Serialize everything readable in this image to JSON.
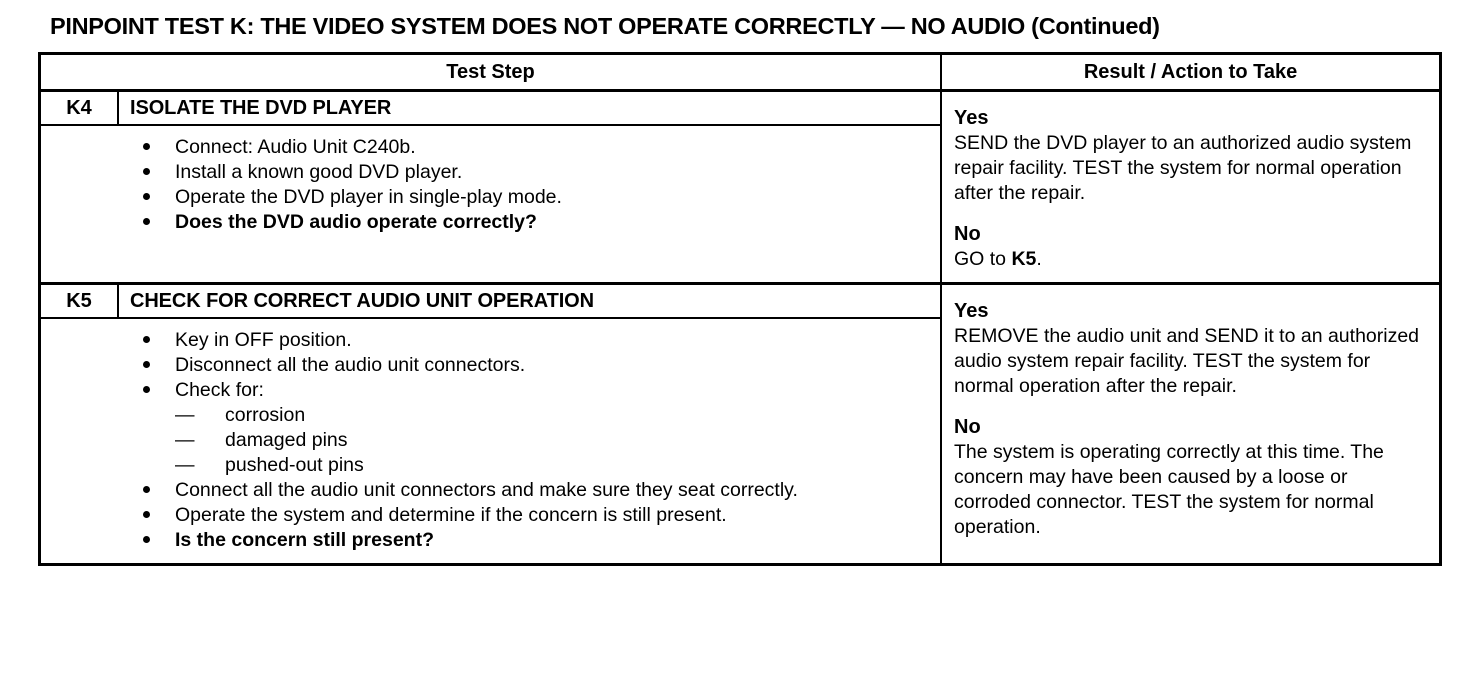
{
  "document": {
    "title": "PINPOINT TEST  K: THE VIDEO SYSTEM DOES NOT OPERATE CORRECTLY — NO AUDIO (Continued)"
  },
  "table": {
    "headers": {
      "label_col": "",
      "test_step": "Test Step",
      "result_action": "Result / Action to Take"
    },
    "rows": [
      {
        "id": "K4",
        "heading": "ISOLATE THE DVD PLAYER",
        "steps": [
          {
            "marker": "bullet",
            "text": "Connect: Audio Unit C240b.",
            "bold": false
          },
          {
            "marker": "bullet",
            "text": "Install a known good DVD player.",
            "bold": false
          },
          {
            "marker": "bullet",
            "text": "Operate the DVD player in single-play mode.",
            "bold": false
          },
          {
            "marker": "bullet",
            "text": "Does the DVD audio operate correctly?",
            "bold": true
          }
        ],
        "result": {
          "yes_label": "Yes",
          "yes_text": "SEND the DVD player to an authorized audio system repair facility. TEST the system for normal operation after the repair.",
          "no_label": "No",
          "no_text_before": "GO to ",
          "no_text_bold": "K5",
          "no_text_after": "."
        }
      },
      {
        "id": "K5",
        "heading": "CHECK FOR CORRECT AUDIO UNIT OPERATION",
        "steps": [
          {
            "marker": "bullet",
            "text": "Key in OFF position.",
            "bold": false
          },
          {
            "marker": "bullet",
            "text": "Disconnect all the audio unit connectors.",
            "bold": false
          },
          {
            "marker": "bullet",
            "text": "Check for:",
            "bold": false
          },
          {
            "marker": "dash",
            "text": "corrosion",
            "bold": false
          },
          {
            "marker": "dash",
            "text": "damaged pins",
            "bold": false
          },
          {
            "marker": "dash",
            "text": "pushed-out pins",
            "bold": false
          },
          {
            "marker": "bullet",
            "text": "Connect all the audio unit connectors and make sure they seat correctly.",
            "bold": false
          },
          {
            "marker": "bullet",
            "text": "Operate the system and determine if the concern is still present.",
            "bold": false
          },
          {
            "marker": "bullet",
            "text": "Is the concern still present?",
            "bold": true
          }
        ],
        "result": {
          "yes_label": "Yes",
          "yes_text": "REMOVE the audio unit and SEND it to an authorized audio system repair facility. TEST the system for normal operation after the repair.",
          "no_label": "No",
          "no_text_before": "The system is operating correctly at this time. The concern may have been caused by a loose or corroded connector. TEST the system for normal operation.",
          "no_text_bold": "",
          "no_text_after": ""
        }
      }
    ]
  },
  "colors": {
    "ink": "#000000",
    "paper": "#ffffff"
  }
}
